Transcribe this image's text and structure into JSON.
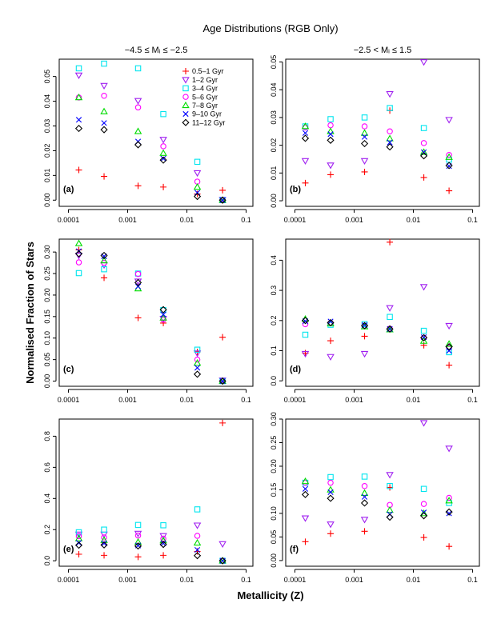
{
  "figure": {
    "title": "Age Distributions (RGB Only)",
    "column_titles": [
      "−4.5 ≤ Mᵢ ≤ −2.5",
      "−2.5 < Mᵢ ≤ 1.5"
    ],
    "xlabel": "Metallicity (Z)",
    "ylabel": "Normalised Fraction of Stars"
  },
  "chart_data": {
    "type": "scatter",
    "title": "Age Distributions (RGB Only)",
    "xlabel": "Metallicity (Z)",
    "ylabel": "Normalised Fraction of Stars",
    "xscale": "log",
    "xlim": [
      0.0001,
      0.1
    ],
    "x_ticks": [
      "0.0001",
      "0.001",
      "0.01",
      "0.1"
    ],
    "x": [
      0.00015,
      0.0004,
      0.0015,
      0.004,
      0.015,
      0.04
    ],
    "legend": {
      "position": "top-right of panel (a)",
      "entries": [
        {
          "name": "0.5–1 Gyr",
          "marker": "plus",
          "color": "#ff0000"
        },
        {
          "name": "1–2 Gyr",
          "marker": "triangle-down",
          "color": "#a020f0"
        },
        {
          "name": "3–4 Gyr",
          "marker": "square",
          "color": "#00e5ee"
        },
        {
          "name": "5–6 Gyr",
          "marker": "circle",
          "color": "#ff00ff"
        },
        {
          "name": "7–8 Gyr",
          "marker": "triangle-up",
          "color": "#00dd00"
        },
        {
          "name": "9–10 Gyr",
          "marker": "x",
          "color": "#0000ff"
        },
        {
          "name": "11–12 Gyr",
          "marker": "diamond",
          "color": "#000000"
        }
      ]
    },
    "panels": [
      {
        "label": "(a)",
        "column": "−4.5 ≤ Mᵢ ≤ −2.5",
        "yticks": [
          "0.00",
          "0.01",
          "0.02",
          "0.03",
          "0.04",
          "0.05"
        ],
        "ytick_values": [
          0,
          0.01,
          0.02,
          0.03,
          0.04,
          0.05
        ],
        "ylim": [
          -0.0025,
          0.057
        ],
        "series": [
          {
            "name": "0.5–1 Gyr",
            "values": [
              0.0122,
              0.0096,
              0.0058,
              0.0053,
              0.0025,
              0.004
            ]
          },
          {
            "name": "1–2 Gyr",
            "values": [
              0.0505,
              0.0463,
              0.0402,
              0.0245,
              0.011,
              0.0002
            ]
          },
          {
            "name": "3–4 Gyr",
            "values": [
              0.0533,
              0.0552,
              0.0533,
              0.0348,
              0.0155,
              0.0
            ]
          },
          {
            "name": "5–6 Gyr",
            "values": [
              0.0415,
              0.0422,
              0.0375,
              0.0218,
              0.0075,
              0.0
            ]
          },
          {
            "name": "7–8 Gyr",
            "values": [
              0.0415,
              0.0358,
              0.0278,
              0.019,
              0.0053,
              0.0
            ]
          },
          {
            "name": "9–10 Gyr",
            "values": [
              0.0325,
              0.0312,
              0.0237,
              0.0168,
              0.003,
              0.0
            ]
          },
          {
            "name": "11–12 Gyr",
            "values": [
              0.029,
              0.0285,
              0.0224,
              0.0162,
              0.0015,
              0.0
            ]
          }
        ]
      },
      {
        "label": "(b)",
        "column": "−2.5 < Mᵢ ≤ 1.5",
        "yticks": [
          "0.00",
          "0.01",
          "0.02",
          "0.03",
          "0.04",
          "0.05"
        ],
        "ytick_values": [
          0,
          0.01,
          0.02,
          0.03,
          0.04,
          0.05
        ],
        "ylim": [
          -0.002,
          0.051
        ],
        "series": [
          {
            "name": "0.5–1 Gyr",
            "values": [
              0.0064,
              0.0094,
              0.0104,
              0.0325,
              0.0084,
              0.0036
            ]
          },
          {
            "name": "1–2 Gyr",
            "values": [
              0.0144,
              0.0128,
              0.0144,
              0.0385,
              0.05,
              0.0292
            ]
          },
          {
            "name": "3–4 Gyr",
            "values": [
              0.0268,
              0.0294,
              0.03,
              0.0334,
              0.0262,
              0.0148
            ]
          },
          {
            "name": "5–6 Gyr",
            "values": [
              0.0264,
              0.0272,
              0.0268,
              0.025,
              0.0208,
              0.0165
            ]
          },
          {
            "name": "7–8 Gyr",
            "values": [
              0.0268,
              0.025,
              0.0244,
              0.0224,
              0.0175,
              0.0157
            ]
          },
          {
            "name": "9–10 Gyr",
            "values": [
              0.0244,
              0.024,
              0.023,
              0.021,
              0.0175,
              0.0125
            ]
          },
          {
            "name": "11–12 Gyr",
            "values": [
              0.0225,
              0.0218,
              0.0206,
              0.0194,
              0.0162,
              0.0127
            ]
          }
        ]
      },
      {
        "label": "(c)",
        "column": "−4.5 ≤ Mᵢ ≤ −2.5",
        "yticks": [
          "0.00",
          "0.05",
          "0.10",
          "0.15",
          "0.20",
          "0.25",
          "0.30"
        ],
        "ytick_values": [
          0,
          0.05,
          0.1,
          0.15,
          0.2,
          0.25,
          0.3
        ],
        "ylim": [
          -0.012,
          0.33
        ],
        "series": [
          {
            "name": "0.5–1 Gyr",
            "values": [
              0.305,
              0.24,
              0.147,
              0.135,
              0.068,
              0.102
            ]
          },
          {
            "name": "1–2 Gyr",
            "values": [
              0.292,
              0.27,
              0.232,
              0.145,
              0.065,
              0.002
            ]
          },
          {
            "name": "3–4 Gyr",
            "values": [
              0.251,
              0.26,
              0.25,
              0.165,
              0.073,
              0.0
            ]
          },
          {
            "name": "5–6 Gyr",
            "values": [
              0.276,
              0.275,
              0.249,
              0.143,
              0.05,
              0.0
            ]
          },
          {
            "name": "7–8 Gyr",
            "values": [
              0.32,
              0.28,
              0.215,
              0.147,
              0.042,
              0.0
            ]
          },
          {
            "name": "9–10 Gyr",
            "values": [
              0.302,
              0.29,
              0.22,
              0.155,
              0.031,
              0.0
            ]
          },
          {
            "name": "11–12 Gyr",
            "values": [
              0.296,
              0.292,
              0.229,
              0.166,
              0.016,
              0.0
            ]
          }
        ]
      },
      {
        "label": "(d)",
        "column": "−2.5 < Mᵢ ≤ 1.5",
        "yticks": [
          "0.0",
          "0.1",
          "0.2",
          "0.3",
          "0.4"
        ],
        "ytick_values": [
          0,
          0.1,
          0.2,
          0.3,
          0.4
        ],
        "ylim": [
          -0.018,
          0.47
        ],
        "series": [
          {
            "name": "0.5–1 Gyr",
            "values": [
              0.092,
              0.133,
              0.148,
              0.46,
              0.118,
              0.052
            ]
          },
          {
            "name": "1–2 Gyr",
            "values": [
              0.09,
              0.08,
              0.09,
              0.242,
              0.312,
              0.183
            ]
          },
          {
            "name": "3–4 Gyr",
            "values": [
              0.153,
              0.186,
              0.188,
              0.212,
              0.166,
              0.095
            ]
          },
          {
            "name": "5–6 Gyr",
            "values": [
              0.188,
              0.192,
              0.183,
              0.173,
              0.143,
              0.11
            ]
          },
          {
            "name": "7–8 Gyr",
            "values": [
              0.205,
              0.19,
              0.18,
              0.17,
              0.132,
              0.122
            ]
          },
          {
            "name": "9–10 Gyr",
            "values": [
              0.198,
              0.197,
              0.185,
              0.172,
              0.145,
              0.1
            ]
          },
          {
            "name": "11–12 Gyr",
            "values": [
              0.2,
              0.193,
              0.183,
              0.172,
              0.143,
              0.113
            ]
          }
        ]
      },
      {
        "label": "(e)",
        "column": "−4.5 ≤ Mᵢ ≤ −2.5",
        "yticks": [
          "0.0",
          "0.2",
          "0.4",
          "0.6",
          "0.8"
        ],
        "ytick_values": [
          0,
          0.2,
          0.4,
          0.6,
          0.8
        ],
        "ylim": [
          -0.035,
          0.91
        ],
        "series": [
          {
            "name": "0.5–1 Gyr",
            "values": [
              0.042,
              0.035,
              0.025,
              0.035,
              0.06,
              0.885
            ]
          },
          {
            "name": "1–2 Gyr",
            "values": [
              0.17,
              0.17,
              0.175,
              0.16,
              0.228,
              0.108
            ]
          },
          {
            "name": "3–4 Gyr",
            "values": [
              0.183,
              0.2,
              0.23,
              0.228,
              0.33,
              0.0
            ]
          },
          {
            "name": "5–6 Gyr",
            "values": [
              0.158,
              0.15,
              0.162,
              0.142,
              0.16,
              0.0
            ]
          },
          {
            "name": "7–8 Gyr",
            "values": [
              0.143,
              0.132,
              0.12,
              0.13,
              0.115,
              0.0
            ]
          },
          {
            "name": "9–10 Gyr",
            "values": [
              0.115,
              0.112,
              0.098,
              0.112,
              0.07,
              0.0
            ]
          },
          {
            "name": "11–12 Gyr",
            "values": [
              0.1,
              0.102,
              0.095,
              0.105,
              0.033,
              0.0
            ]
          }
        ]
      },
      {
        "label": "(f)",
        "column": "−2.5 < Mᵢ ≤ 1.5",
        "yticks": [
          "0.00",
          "0.05",
          "0.10",
          "0.15",
          "0.20",
          "0.25",
          "0.30"
        ],
        "ytick_values": [
          0,
          0.05,
          0.1,
          0.15,
          0.2,
          0.25,
          0.3
        ],
        "ylim": [
          -0.012,
          0.3
        ],
        "series": [
          {
            "name": "0.5–1 Gyr",
            "values": [
              0.04,
              0.057,
              0.062,
              0.155,
              0.049,
              0.03
            ]
          },
          {
            "name": "1–2 Gyr",
            "values": [
              0.09,
              0.077,
              0.087,
              0.182,
              0.292,
              0.238
            ]
          },
          {
            "name": "3–4 Gyr",
            "values": [
              0.165,
              0.177,
              0.178,
              0.158,
              0.152,
              0.122
            ]
          },
          {
            "name": "5–6 Gyr",
            "values": [
              0.165,
              0.165,
              0.158,
              0.118,
              0.12,
              0.133
            ]
          },
          {
            "name": "7–8 Gyr",
            "values": [
              0.168,
              0.15,
              0.143,
              0.107,
              0.1,
              0.127
            ]
          },
          {
            "name": "9–10 Gyr",
            "values": [
              0.152,
              0.145,
              0.135,
              0.098,
              0.102,
              0.1
            ]
          },
          {
            "name": "11–12 Gyr",
            "values": [
              0.14,
              0.132,
              0.122,
              0.092,
              0.095,
              0.103
            ]
          }
        ]
      }
    ]
  }
}
